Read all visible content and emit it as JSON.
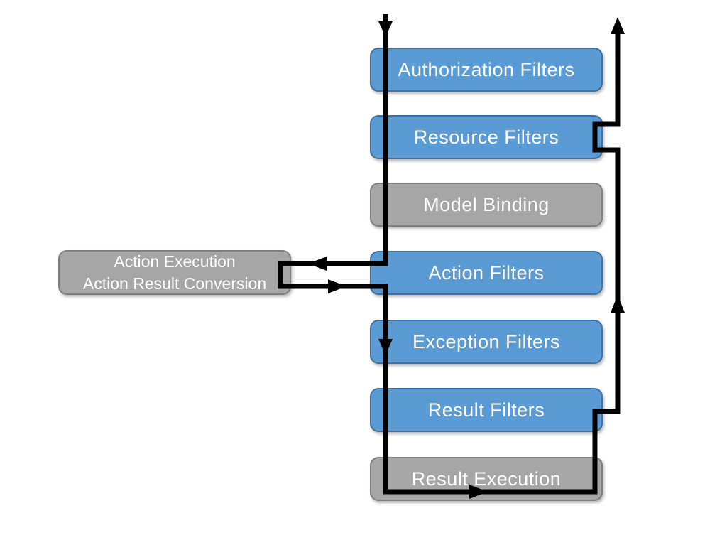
{
  "colors": {
    "background": "#FFFFFF",
    "box_blue": "#5B9BD5",
    "box_blue_border": "#41719C",
    "box_gray": "#A6A6A6",
    "box_gray_border": "#7F7F7F",
    "label_text": "#FFFFFF",
    "arrow": "#000000"
  },
  "pipeline": {
    "items": [
      {
        "label": "Authorization Filters",
        "variant": "blue"
      },
      {
        "label": "Resource Filters",
        "variant": "blue"
      },
      {
        "label": "Model Binding",
        "variant": "gray"
      },
      {
        "label": "Action Filters",
        "variant": "blue"
      },
      {
        "label": "Exception Filters",
        "variant": "blue"
      },
      {
        "label": "Result Filters",
        "variant": "blue"
      },
      {
        "label": "Result Execution",
        "variant": "gray"
      }
    ]
  },
  "side_box": {
    "variant": "gray",
    "lines": [
      "Action Execution",
      "Action Result Conversion"
    ]
  }
}
